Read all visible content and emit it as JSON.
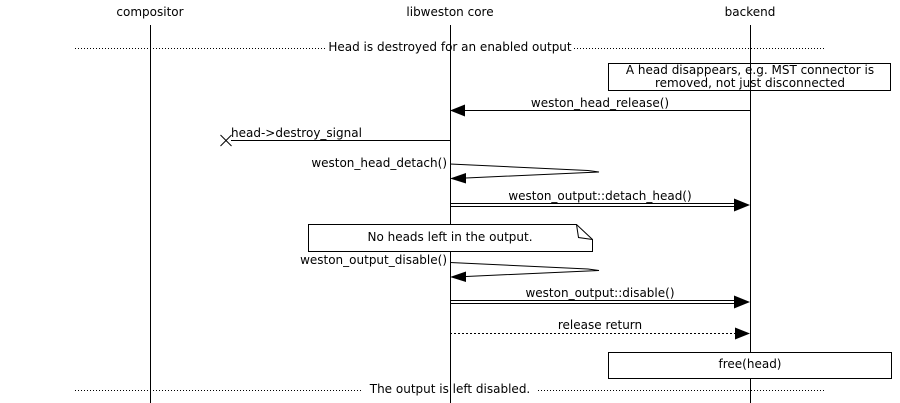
{
  "participants": [
    {
      "label": "compositor"
    },
    {
      "label": "libweston core"
    },
    {
      "label": "backend"
    }
  ],
  "dividers": {
    "top": "Head is destroyed for an enabled output",
    "bottom": "The output is left disabled."
  },
  "notes": {
    "head_disappears": {
      "line1": "A head disappears, e.g. MST connector is",
      "line2": "removed, not just disconnected"
    },
    "no_heads_left": "No heads left in the output.",
    "free_head": "free(head)"
  },
  "messages": {
    "head_release": "weston_head_release()",
    "destroy_signal": "head->destroy_signal",
    "head_detach": "weston_head_detach()",
    "detach_head": "weston_output::detach_head()",
    "output_disable": "weston_output_disable()",
    "disable": "weston_output::disable()",
    "release_return": "release return"
  },
  "colors": {
    "line": "#000000",
    "background": "#ffffff"
  }
}
